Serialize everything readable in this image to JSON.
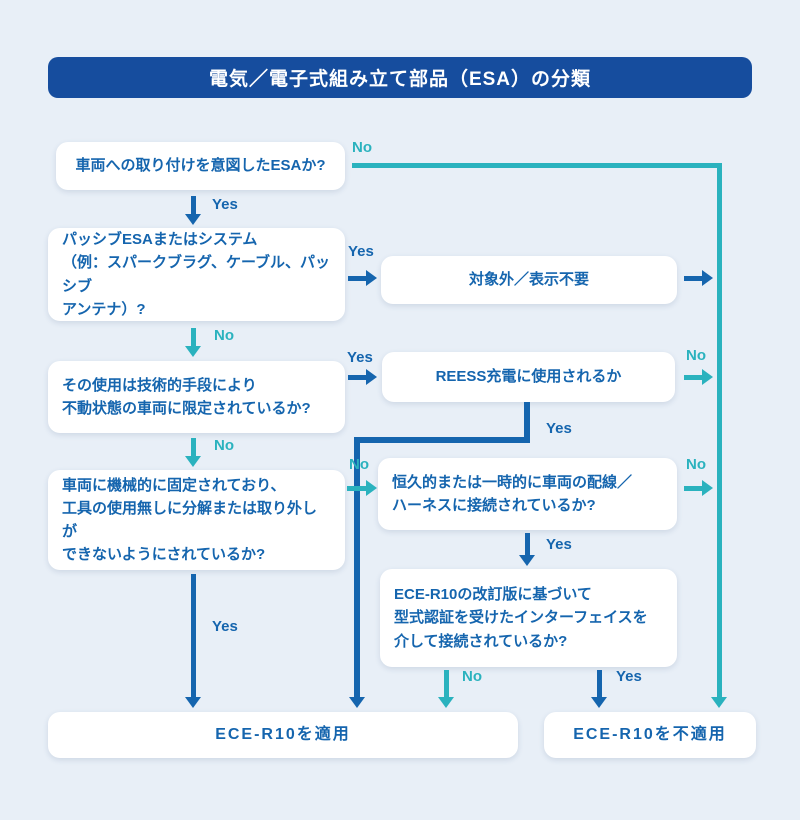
{
  "title": "電気／電子式組み立て部品（ESA）の分類",
  "edge_labels": {
    "yes": "Yes",
    "no": "No"
  },
  "colors": {
    "background": "#E8EFF7",
    "title_bg": "#164D9E",
    "blue": "#1565AE",
    "teal": "#2AB2BE",
    "node_bg": "#FFFFFF"
  },
  "nodes": {
    "q1": {
      "text": "車両への取り付けを意図したESAか?"
    },
    "q2": {
      "text": "パッシブESAまたはシステム\n（例：スパークブラグ、ケーブル、パッシブ\nアンテナ）?"
    },
    "excluded": {
      "text": "対象外／表示不要"
    },
    "q3": {
      "text": "その使用は技術的手段により\n不動状態の車両に限定されているか?"
    },
    "reess": {
      "text": "REESS充電に使用されるか"
    },
    "q4": {
      "text": "車両に機械的に固定されており、\n工具の使用無しに分解または取り外しが\nできないようにされているか?"
    },
    "harness": {
      "text": "恒久的または一時的に車両の配線／\nハーネスに接続されているか?"
    },
    "interface": {
      "text": "ECE-R10の改訂版に基づいて\n型式認証を受けたインターフェイスを\n介して接続されているか?"
    },
    "apply": {
      "text": "ECE-R10を適用"
    },
    "not_apply": {
      "text": "ECE-R10を不適用"
    }
  }
}
